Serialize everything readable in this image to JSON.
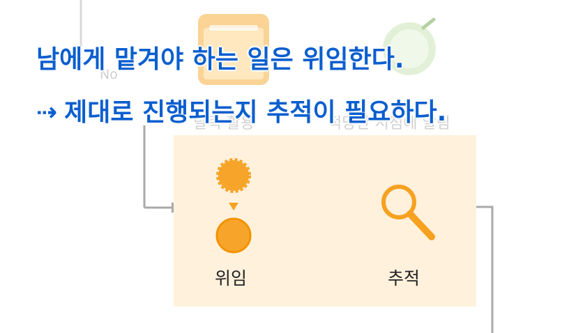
{
  "background_labels": {
    "no": "No",
    "calendar": "달력 활용",
    "time": "적당한 시점에 알림"
  },
  "nodes": {
    "delegate": "위임",
    "track": "추적"
  },
  "headline": {
    "line1": "남에게 맡겨야 하는 일은 위임한다.",
    "arrow": "⇢",
    "line2": "제대로 진행되는지 추적이 필요하다."
  },
  "colors": {
    "headline": "#0a5ecf",
    "accent_orange": "#f6a11f",
    "highlight_bg": "#fff1dc",
    "connector_gray": "#a9a9a9"
  },
  "icons": {
    "calendar": "calendar-icon",
    "clock": "clock-icon",
    "delegate": "delegate-icon",
    "track": "magnifier-icon"
  }
}
